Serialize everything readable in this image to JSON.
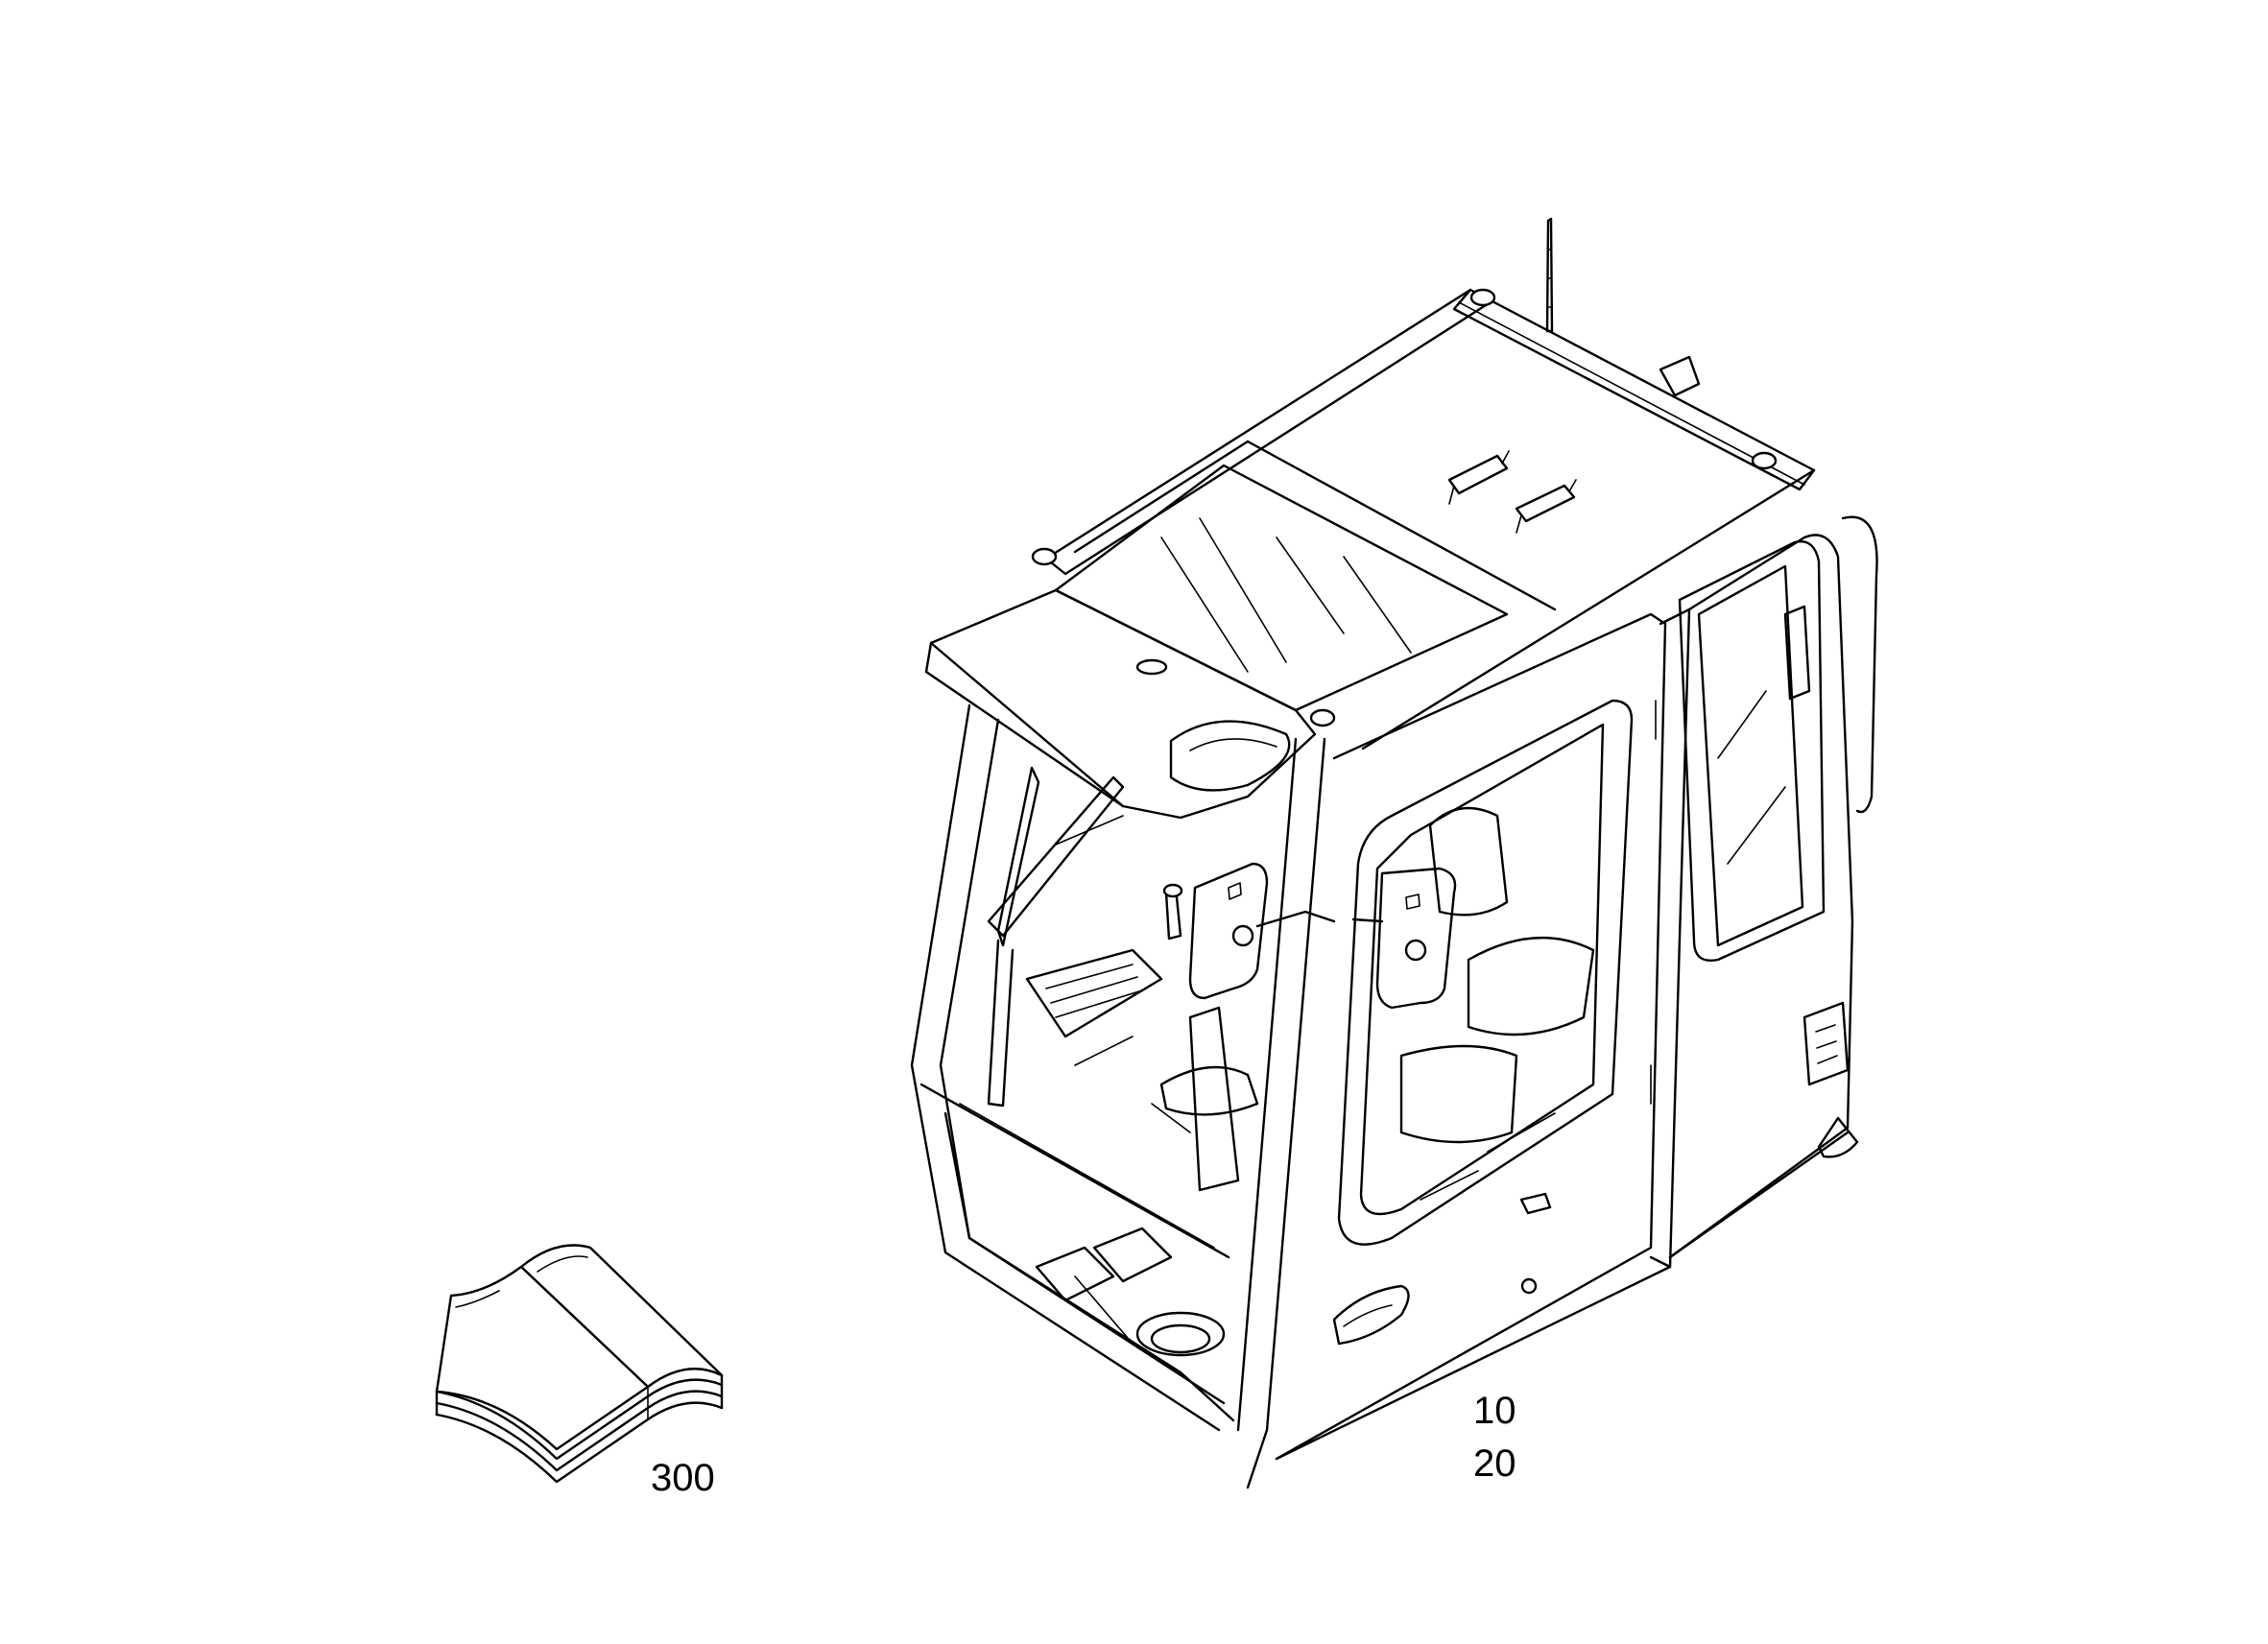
{
  "callouts": {
    "cab_primary": "10",
    "cab_secondary": "20",
    "manual": "300"
  },
  "colors": {
    "line": "#000000",
    "background": "#ffffff"
  },
  "icons": {
    "cab": "operator-cab-drawing",
    "manual": "open-book-icon"
  }
}
